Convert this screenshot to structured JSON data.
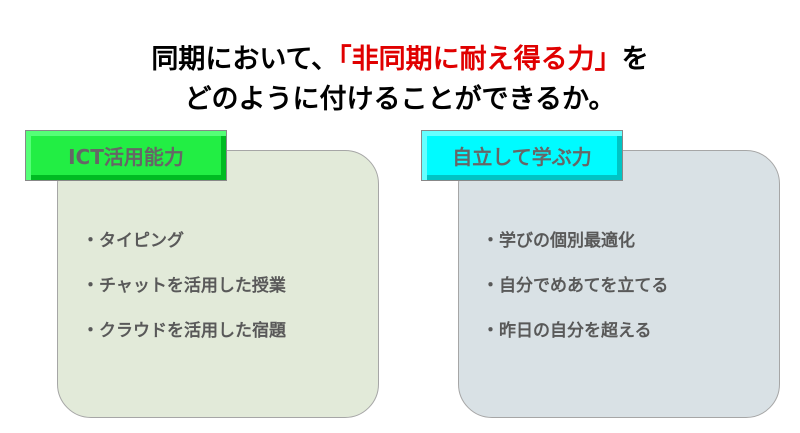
{
  "title": {
    "line1_pre": "同期において、",
    "line1_highlight": "「非同期に耐え得る力」",
    "line1_post": "を",
    "line2": "どのように付けることができるか。",
    "highlight_color": "#e00000"
  },
  "left": {
    "label": "ICT活用能力",
    "items": [
      "・タイピング",
      "・チャットを活用した授業",
      "・クラウドを活用した宿題"
    ]
  },
  "right": {
    "label": "自立して学ぶ力",
    "items": [
      "・学びの個別最適化",
      "・自分でめあてを立てる",
      "・昨日の自分を超える"
    ]
  }
}
